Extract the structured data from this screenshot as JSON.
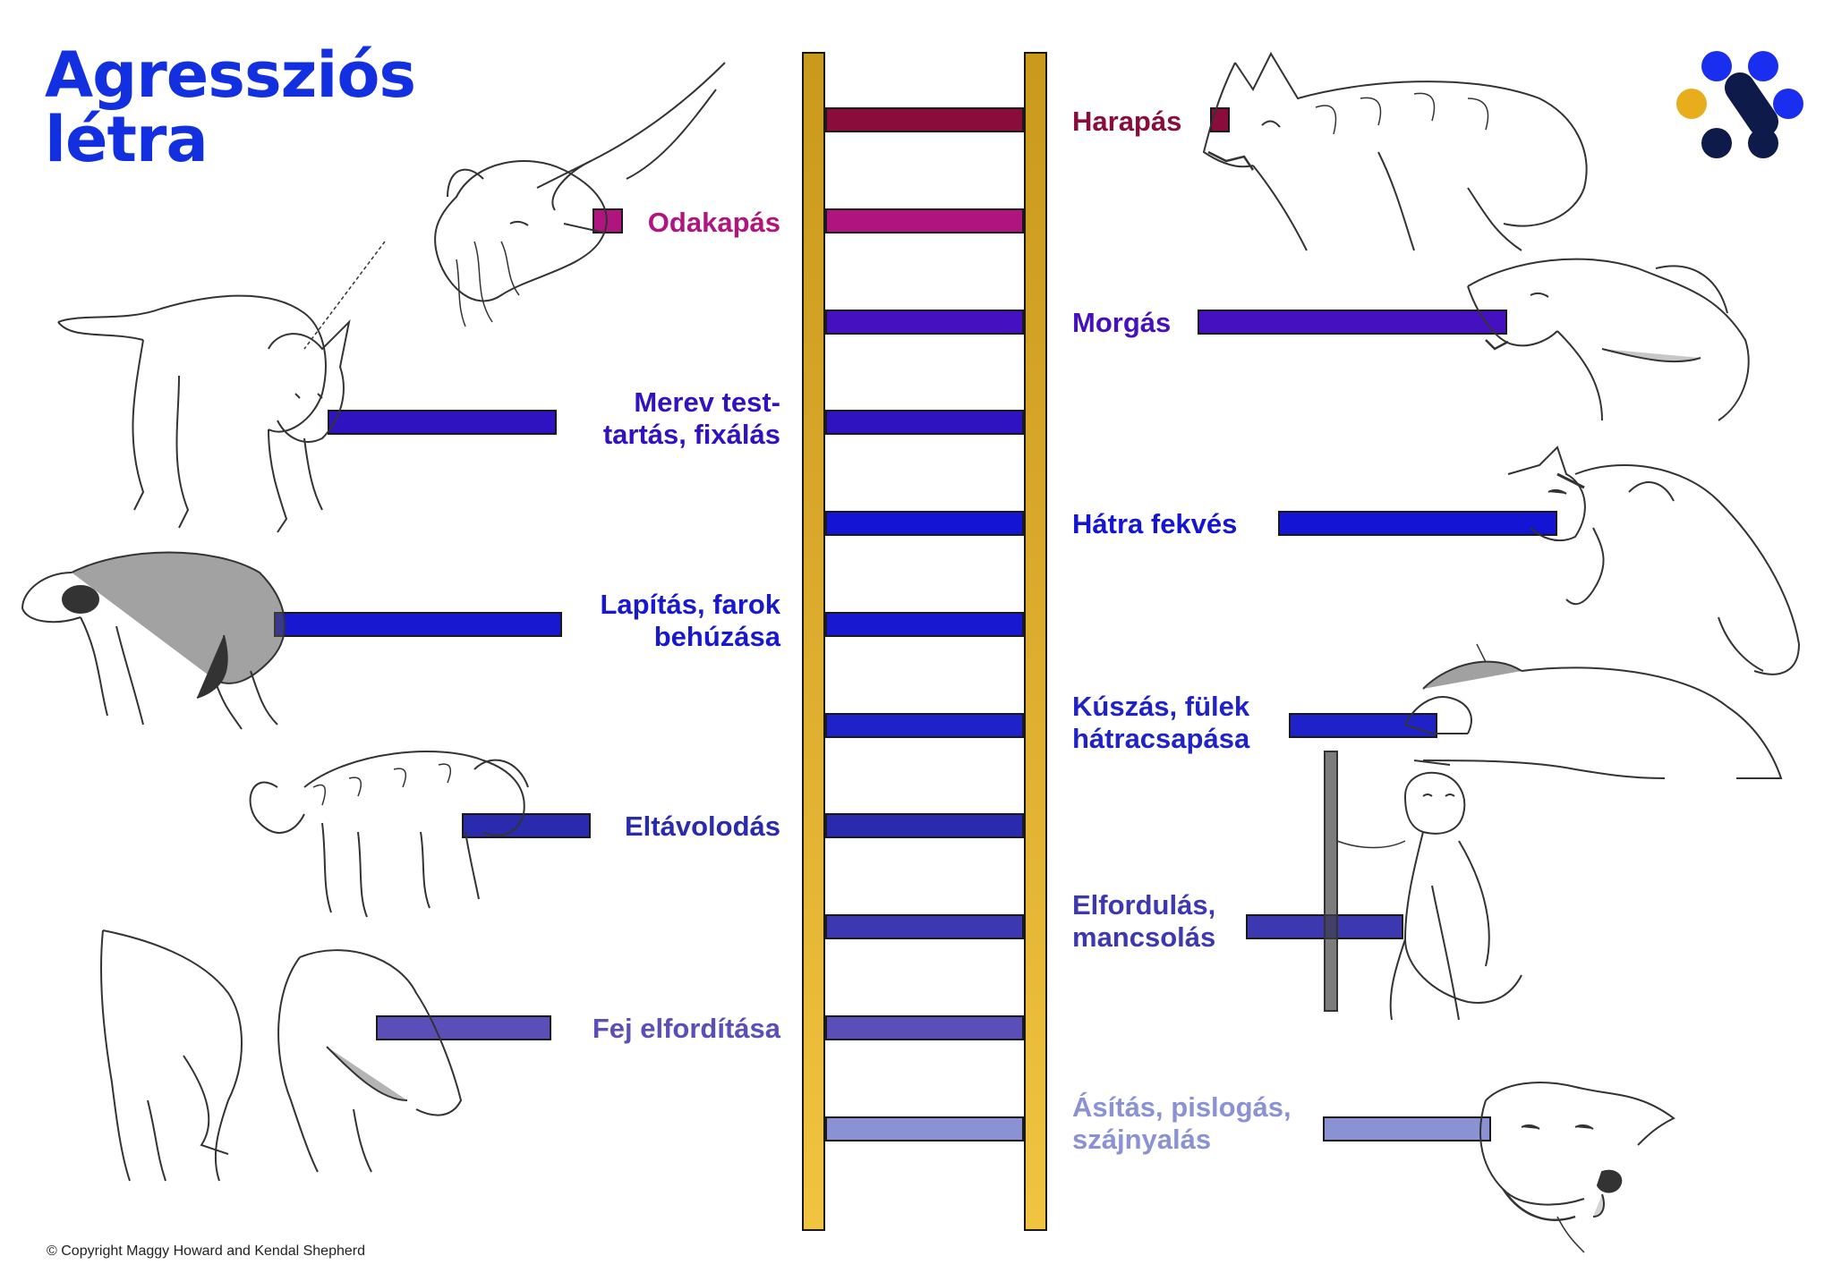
{
  "title": {
    "line1": "Agressziós",
    "line2": "létra"
  },
  "colors": {
    "title": "#1230e0",
    "rail": "#d9a82a",
    "logo_yellow": "#e8ad1a",
    "logo_blue": "#1a2ef0",
    "logo_navy": "#0d1a4a"
  },
  "steps": [
    {
      "level": 1,
      "label": "Ásítás, pislogás, szájnyalás",
      "lines": [
        "Ásítás, pislogás,",
        "szájnyalás"
      ],
      "side": "right",
      "color": "#8a92d4"
    },
    {
      "level": 2,
      "label": "Fej elfordítása",
      "lines": [
        "Fej elfordítása"
      ],
      "side": "left",
      "color": "#5a4fb8"
    },
    {
      "level": 3,
      "label": "Elfordulás, mancsolás",
      "lines": [
        "Elfordulás,",
        "mancsolás"
      ],
      "side": "right",
      "color": "#3c38b0"
    },
    {
      "level": 4,
      "label": "Eltávolodás",
      "lines": [
        "Eltávolodás"
      ],
      "side": "left",
      "color": "#2a2aae"
    },
    {
      "level": 5,
      "label": "Kúszás, fülek hátracsapása",
      "lines": [
        "Kúszás, fülek",
        "hátracsapása"
      ],
      "side": "right",
      "color": "#1e22c8"
    },
    {
      "level": 6,
      "label": "Lapítás, farok behúzása",
      "lines": [
        "Lapítás, farok",
        "behúzása"
      ],
      "side": "left",
      "color": "#1818d0"
    },
    {
      "level": 7,
      "label": "Hátra fekvés",
      "lines": [
        "Hátra fekvés"
      ],
      "side": "right",
      "color": "#1414d4"
    },
    {
      "level": 8,
      "label": "Merev test-tartás, fixálás",
      "lines": [
        "Merev test-",
        "tartás, fixálás"
      ],
      "side": "left",
      "color": "#2f12c0"
    },
    {
      "level": 9,
      "label": "Morgás",
      "lines": [
        "Morgás"
      ],
      "side": "right",
      "color": "#4410c0"
    },
    {
      "level": 10,
      "label": "Odakapás",
      "lines": [
        "Odakapás"
      ],
      "side": "left",
      "color": "#b0147e"
    },
    {
      "level": 11,
      "label": "Harapás",
      "lines": [
        "Harapás"
      ],
      "side": "right",
      "color": "#8a0c3a"
    }
  ],
  "copyright": "© Copyright Maggy Howard and Kendal Shepherd"
}
